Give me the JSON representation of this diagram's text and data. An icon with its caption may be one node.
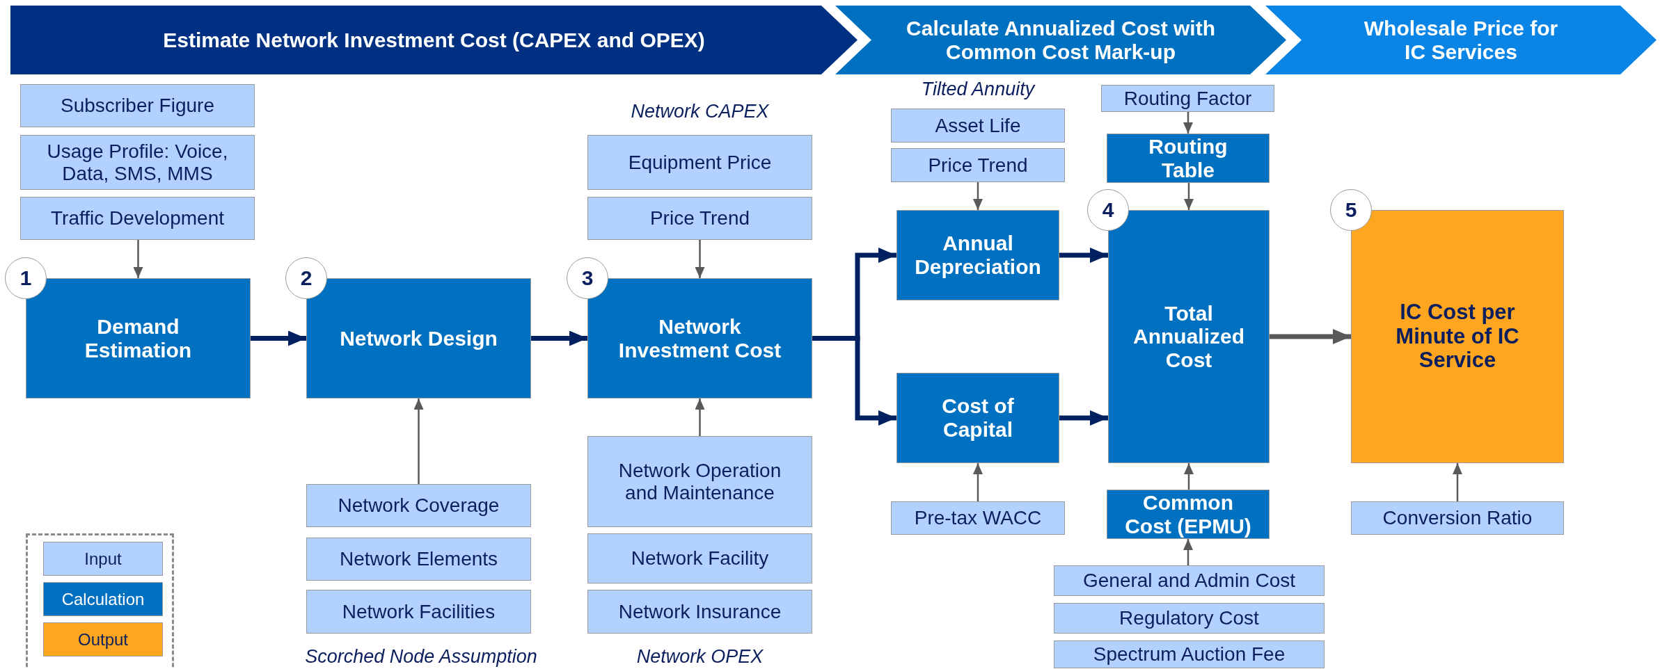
{
  "diagram": {
    "nodes": [
      {
        "text": [
          "Estimate Network Investment Cost (CAPEX and OPEX)"
        ]
      },
      {
        "text": [
          "Calculate Annualized Cost with Common Cost Mark-up"
        ]
      },
      {
        "text": [
          "Wholesale Price for IC Services"
        ]
      },
      {
        "text": [
          "Subscriber Figure"
        ]
      },
      {
        "text": [
          "Usage Profile: Voice, Data, SMS, MMS"
        ]
      },
      {
        "text": [
          "Traffic Development"
        ]
      },
      {
        "text": [
          "Demand Estimation"
        ],
        "beside": [
          "1"
        ]
      },
      {
        "text": [
          "Network Design"
        ],
        "beside": [
          "2"
        ]
      },
      {
        "text": [
          "Equipment Price"
        ]
      },
      {
        "text": [
          "Price Trend"
        ]
      },
      {
        "text": [
          "Network Investment Cost"
        ],
        "beside": [
          "3"
        ]
      },
      {
        "text": [
          "Asset Life"
        ]
      },
      {
        "text": [
          "Price Trend"
        ]
      },
      {
        "text": [
          "Annual Depreciation"
        ]
      },
      {
        "text": [
          "Routing Factor"
        ]
      },
      {
        "text": [
          "Routing Table"
        ]
      },
      {
        "text": [
          "Total Annualized Cost"
        ],
        "beside": [
          "4"
        ]
      },
      {
        "text": [
          "IC Cost per Minute of IC Service"
        ],
        "beside": [
          "5"
        ]
      },
      {
        "text": [
          "Cost of Capital"
        ]
      },
      {
        "text": [
          "Network Coverage"
        ]
      },
      {
        "text": [
          "Network Elements"
        ]
      },
      {
        "text": [
          "Network Facilities"
        ]
      },
      {
        "text": [
          "Network Operation and Maintenance"
        ]
      },
      {
        "text": [
          "Network Facility"
        ]
      },
      {
        "text": [
          "Network Insurance"
        ]
      },
      {
        "text": [
          "Pre-tax WACC"
        ]
      },
      {
        "text": [
          "Common Cost (EPMU)"
        ]
      },
      {
        "text": [
          "General and Admin Cost"
        ]
      },
      {
        "text": [
          "Regulatory Cost"
        ]
      },
      {
        "text": [
          "Spectrum Auction Fee"
        ]
      },
      {
        "text": [
          "Conversion Ratio"
        ]
      }
    ],
    "edges": [
      {
        "from": 6,
        "to": 7,
        "arrow": "to",
        "style": "thick",
        "color": "#002060"
      },
      {
        "from": 7,
        "to": 10,
        "arrow": "to",
        "style": "thick",
        "color": "#002060"
      },
      {
        "from": 10,
        "to": 13,
        "arrow": "to",
        "style": "thick",
        "color": "#002060"
      },
      {
        "from": 10,
        "to": 18,
        "arrow": "to",
        "style": "thick",
        "color": "#002060"
      },
      {
        "from": 13,
        "to": 16,
        "arrow": "to",
        "style": "thick",
        "color": "#002060"
      },
      {
        "from": 18,
        "to": 16,
        "arrow": "to",
        "style": "thick",
        "color": "#002060"
      },
      {
        "from": 16,
        "to": 17,
        "arrow": "to",
        "style": "thick"
      },
      {
        "from": 5,
        "to": 6,
        "arrow": "to"
      },
      {
        "from": 19,
        "to": 7,
        "arrow": "to"
      },
      {
        "from": 9,
        "to": 10,
        "arrow": "to"
      },
      {
        "from": 22,
        "to": 10,
        "arrow": "to"
      },
      {
        "from": 12,
        "to": 13,
        "arrow": "to"
      },
      {
        "from": 14,
        "to": 15,
        "arrow": "to"
      },
      {
        "from": 15,
        "to": 16,
        "arrow": "to"
      },
      {
        "from": 25,
        "to": 18,
        "arrow": "to"
      },
      {
        "from": 26,
        "to": 16,
        "arrow": "to"
      },
      {
        "from": 27,
        "to": 26,
        "arrow": "to"
      },
      {
        "from": 30,
        "to": 17,
        "arrow": "to"
      }
    ],
    "labels": [
      "Network CAPEX",
      "Tilted Annuity",
      "Scorched Node Assumption",
      "Network OPEX"
    ],
    "legend": [
      {
        "text": "Input",
        "color": "#b3d1ff"
      },
      {
        "text": "Calculation",
        "color": "#0070c0"
      },
      {
        "text": "Output",
        "color": "#ffa620"
      }
    ]
  }
}
